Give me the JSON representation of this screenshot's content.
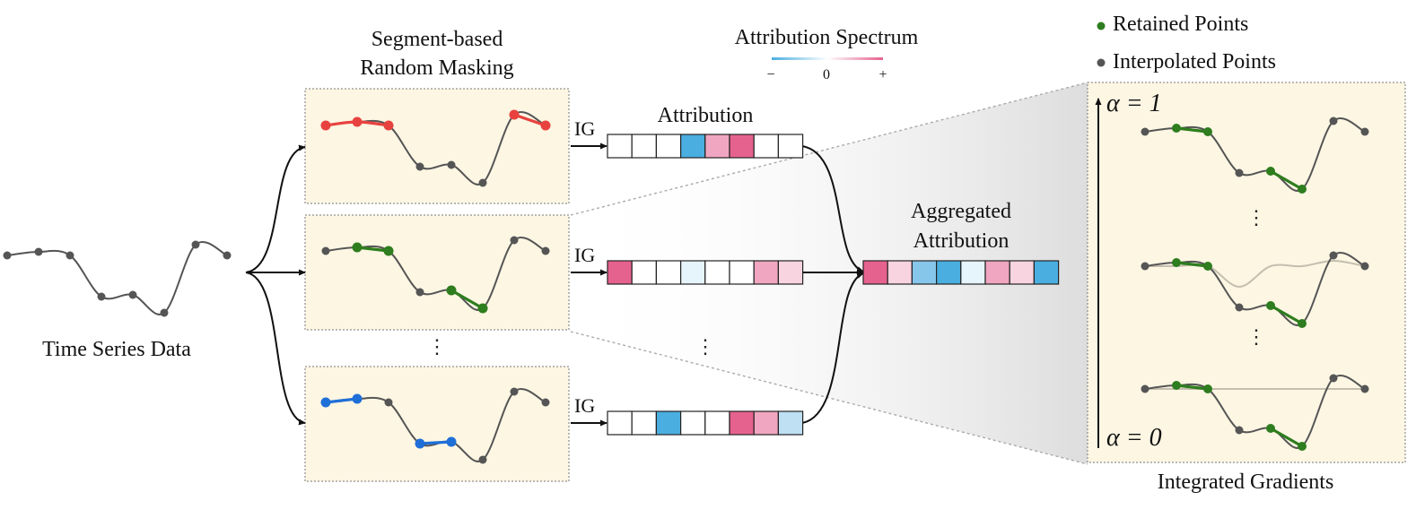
{
  "labels": {
    "time_series": "Time Series Data",
    "masking_line1": "Segment-based",
    "masking_line2": "Random Masking",
    "spectrum_title": "Attribution Spectrum",
    "spectrum_minus": "−",
    "spectrum_zero": "0",
    "spectrum_plus": "+",
    "attribution": "Attribution",
    "ig": "IG",
    "aggregated_line1": "Aggregated",
    "aggregated_line2": "Attribution",
    "retained": "Retained Points",
    "interpolated": "Interpolated Points",
    "alpha_top": "α = 1",
    "alpha_bottom": "α = 0",
    "integrated_gradients": "Integrated Gradients",
    "ellipsis": "⋮"
  },
  "colors": {
    "panel_fill": "#fcf6e3",
    "line_gray": "#555555",
    "point_gray": "#555555",
    "retained_green": "#2e7d1e",
    "mask_red": "#e8423f",
    "mask_blue": "#1f6fd8",
    "neg_strong": "#4aaee0",
    "neg_mid": "#86c6ea",
    "neg_light": "#bfdff3",
    "neg_faint": "#e6f4fb",
    "pos_strong": "#e6628e",
    "pos_mid": "#f0a6c0",
    "pos_light": "#f8d3e0",
    "neutral": "#ffffff"
  },
  "attribution_rows": {
    "row1": [
      "neutral",
      "neutral",
      "neutral",
      "neg_strong",
      "pos_mid",
      "pos_strong",
      "neutral",
      "neutral"
    ],
    "row2": [
      "pos_strong",
      "neutral",
      "neutral",
      "neg_faint",
      "neutral",
      "neutral",
      "pos_mid",
      "pos_light"
    ],
    "row3": [
      "neutral",
      "neutral",
      "neg_strong",
      "neutral",
      "neutral",
      "pos_strong",
      "pos_mid",
      "neg_light"
    ],
    "aggregated": [
      "pos_strong",
      "pos_light",
      "neg_mid",
      "neg_strong",
      "neg_faint",
      "pos_mid",
      "pos_light",
      "neg_strong"
    ]
  }
}
